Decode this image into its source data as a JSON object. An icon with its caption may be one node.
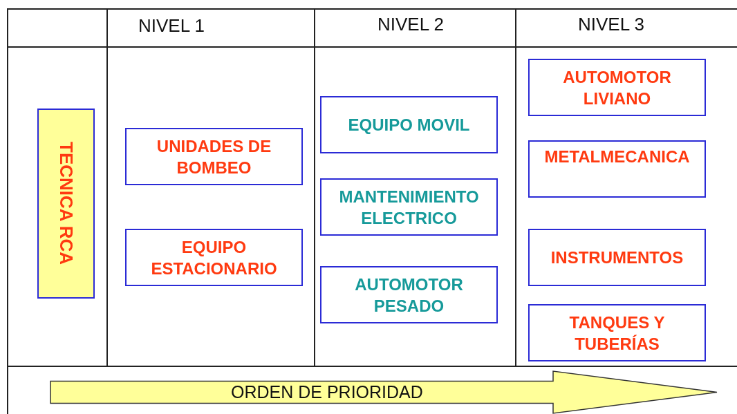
{
  "diagram": {
    "nodes": [
      {
        "text": [
          "TECNICA RCA"
        ]
      },
      {
        "text": [
          "UNIDADES DE BOMBEO"
        ]
      },
      {
        "text": [
          "EQUIPO ESTACIONARIO"
        ]
      },
      {
        "text": [
          "EQUIPO MOVIL"
        ]
      },
      {
        "text": [
          "MANTENIMIENTO ELECTRICO"
        ]
      },
      {
        "text": [
          "AUTOMOTOR PESADO"
        ]
      },
      {
        "text": [
          "AUTOMOTOR LIVIANO"
        ]
      },
      {
        "text": [
          "METALMECANICA"
        ]
      },
      {
        "text": [
          "INSTRUMENTOS"
        ]
      },
      {
        "text": [
          "TANQUES Y TUBERÍAS"
        ]
      },
      {
        "text": [
          "ORDEN DE PRIORIDAD"
        ]
      }
    ],
    "edges": [],
    "labels": [
      "NIVEL 1",
      "NIVEL 2",
      "NIVEL 3"
    ]
  }
}
